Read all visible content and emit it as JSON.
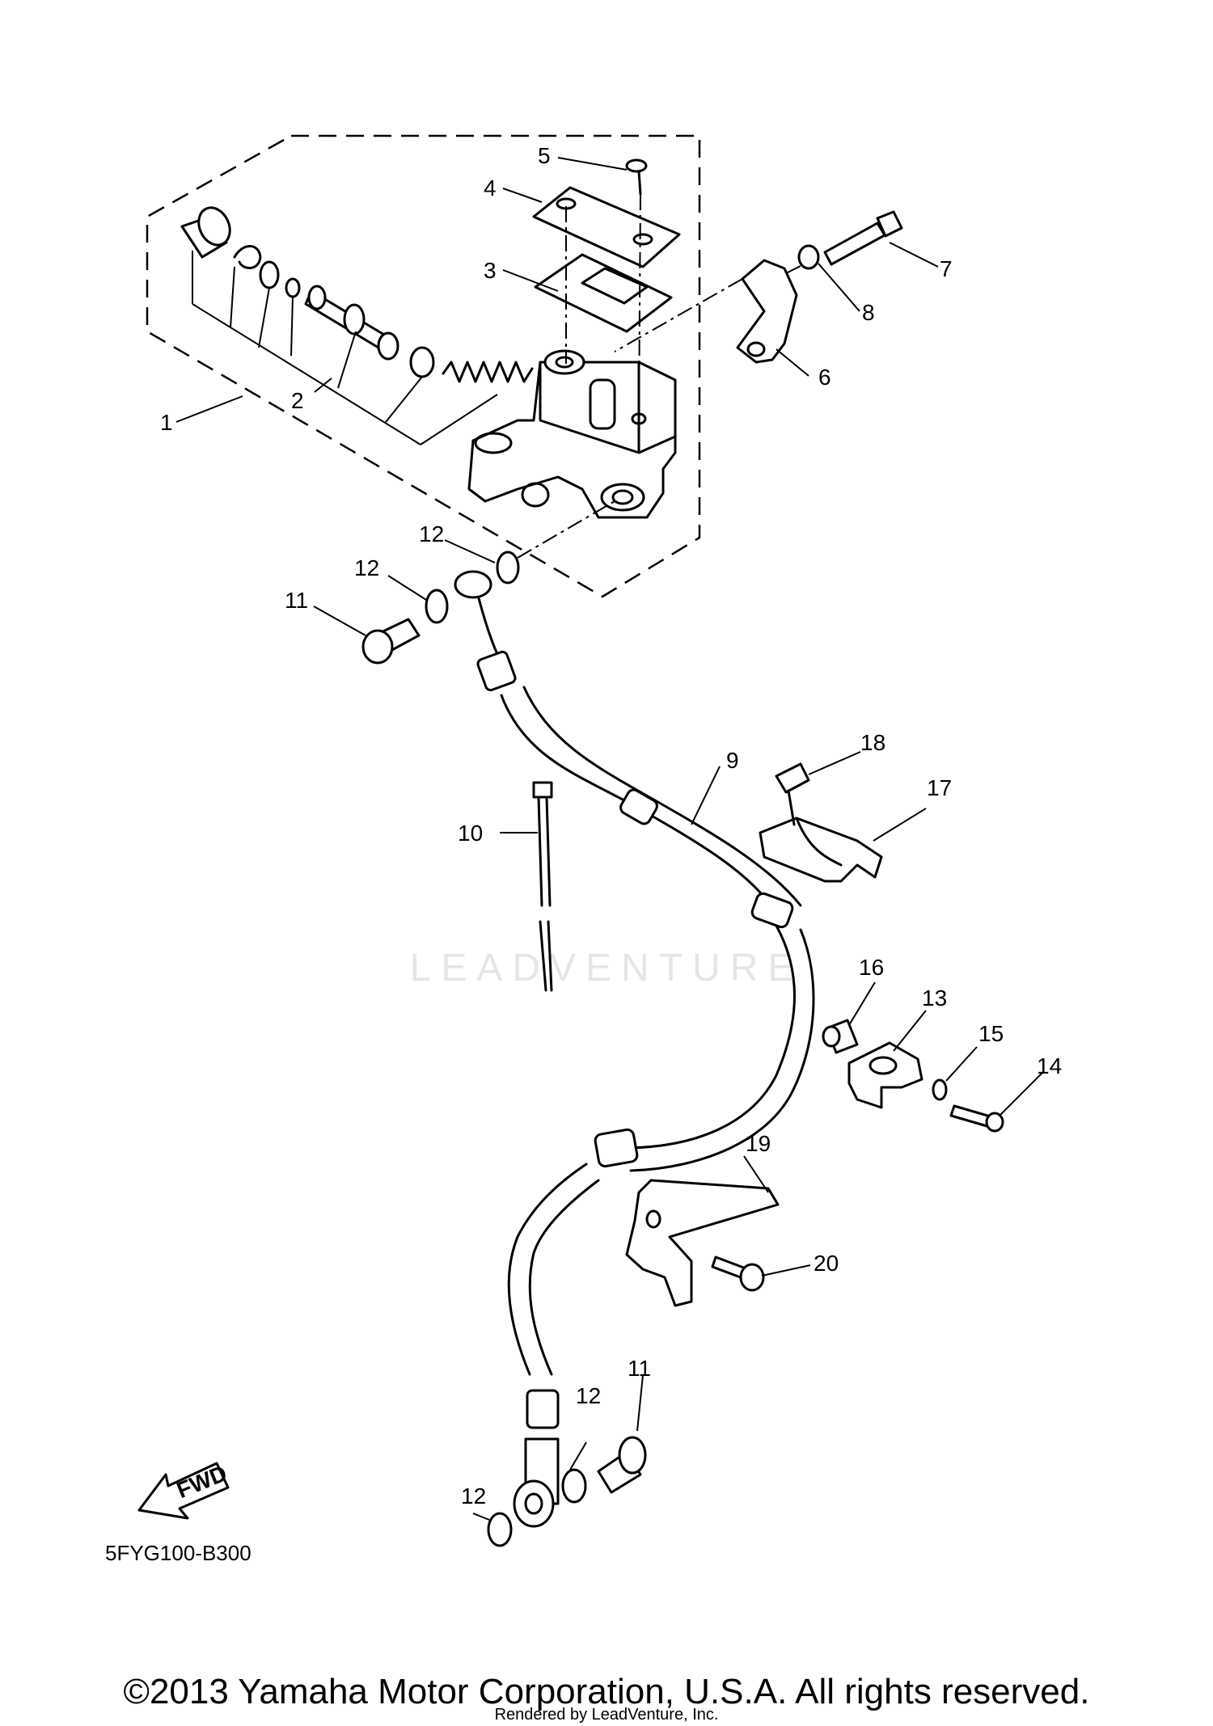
{
  "diagram": {
    "callouts": [
      {
        "id": "c1",
        "label": "1"
      },
      {
        "id": "c2",
        "label": "2"
      },
      {
        "id": "c3",
        "label": "3"
      },
      {
        "id": "c4",
        "label": "4"
      },
      {
        "id": "c5",
        "label": "5"
      },
      {
        "id": "c6",
        "label": "6"
      },
      {
        "id": "c7",
        "label": "7"
      },
      {
        "id": "c8",
        "label": "8"
      },
      {
        "id": "c9",
        "label": "9"
      },
      {
        "id": "c10",
        "label": "10"
      },
      {
        "id": "c11a",
        "label": "11"
      },
      {
        "id": "c11b",
        "label": "11"
      },
      {
        "id": "c12a",
        "label": "12"
      },
      {
        "id": "c12b",
        "label": "12"
      },
      {
        "id": "c12c",
        "label": "12"
      },
      {
        "id": "c12d",
        "label": "12"
      },
      {
        "id": "c13",
        "label": "13"
      },
      {
        "id": "c14",
        "label": "14"
      },
      {
        "id": "c15",
        "label": "15"
      },
      {
        "id": "c16",
        "label": "16"
      },
      {
        "id": "c17",
        "label": "17"
      },
      {
        "id": "c18",
        "label": "18"
      },
      {
        "id": "c19",
        "label": "19"
      },
      {
        "id": "c20",
        "label": "20"
      }
    ],
    "fwd_arrow_label": "FWD",
    "part_code": "5FYG100-B300"
  },
  "watermark": "LEADVENTURE",
  "footer": {
    "copyright": "©2013 Yamaha Motor Corporation, U.S.A. All rights reserved.",
    "rendered_by": "Rendered by LeadVenture, Inc."
  }
}
